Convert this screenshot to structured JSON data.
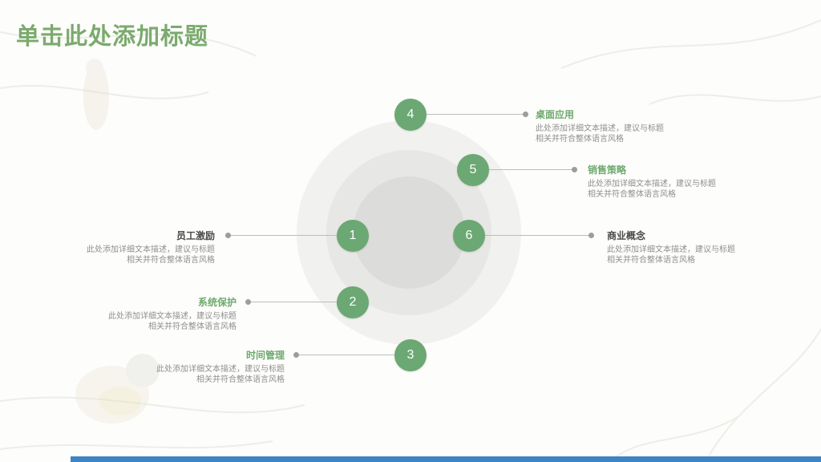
{
  "slide": {
    "title": "单击此处添加标题"
  },
  "items": [
    {
      "number": "1",
      "title": "员工激励",
      "desc1": "此处添加详细文本描述，建议与标题",
      "desc2": "相关并符合整体语言风格"
    },
    {
      "number": "2",
      "title": "系统保护",
      "desc1": "此处添加详细文本描述，建议与标题",
      "desc2": "相关并符合整体语言风格"
    },
    {
      "number": "3",
      "title": "时间管理",
      "desc1": "此处添加详细文本描述，建议与标题",
      "desc2": "相关并符合整体语言风格"
    },
    {
      "number": "4",
      "title": "桌面应用",
      "desc1": "此处添加详细文本描述，建议与标题",
      "desc2": "相关并符合整体语言风格"
    },
    {
      "number": "5",
      "title": "销售策略",
      "desc1": "此处添加详细文本描述，建议与标题",
      "desc2": "相关并符合整体语言风格"
    },
    {
      "number": "6",
      "title": "商业概念",
      "desc1": "此处添加详细文本描述，建议与标题",
      "desc2": "相关并符合整体语言风格"
    }
  ],
  "colors": {
    "title_green": "#7baa6e",
    "node_green": "#6ba873",
    "bottom_bar_blue": "#3d84c6"
  }
}
